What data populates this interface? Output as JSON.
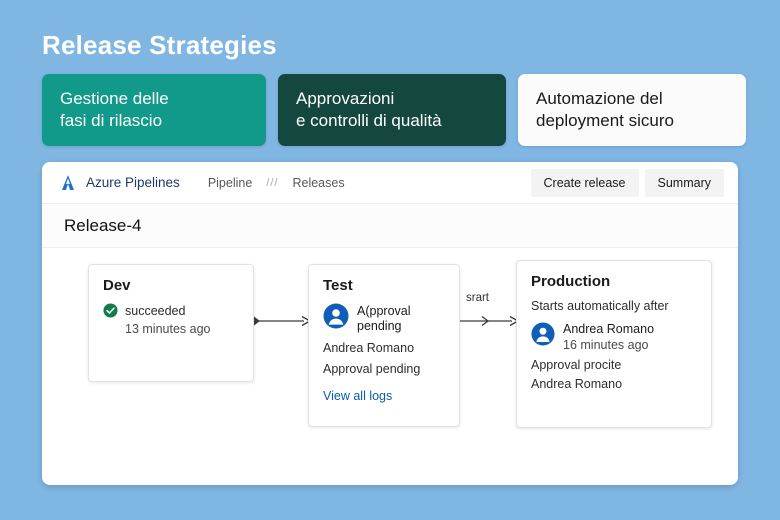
{
  "hero": {
    "title": "Release Strategies",
    "cards": [
      {
        "line1": "Gestione delle",
        "line2": "fasi di rilascio",
        "variant": "teal"
      },
      {
        "line1": "Approvazioni",
        "line2": "e controlli di qualità",
        "variant": "forest"
      },
      {
        "line1": "Automazione del",
        "line2": "deployment sicuro",
        "variant": "light"
      }
    ]
  },
  "app": {
    "brand": "Azure Pipelines",
    "logo_icon": "azure-pipelines-logo",
    "breadcrumb": {
      "root": "Pipeline",
      "separator": "///",
      "current": "Releases"
    },
    "actions": {
      "create_release": "Create release",
      "summary": "Summary"
    },
    "release_title": "Release-4"
  },
  "pipeline": {
    "connector_label": "srart",
    "stages": {
      "dev": {
        "name": "Dev",
        "status_icon": "check-circle-icon",
        "status": "succeeded",
        "time": "13 minutes ago"
      },
      "test": {
        "name": "Test",
        "avatar_icon": "user-avatar-icon",
        "approval_line1": "A(pproval",
        "approval_line2": "pending",
        "person": "Andrea Romano",
        "detail": "Approval pending",
        "link": "View all logs"
      },
      "production": {
        "name": "Production",
        "subtitle": "Starts automatically after",
        "avatar_icon": "user-avatar-icon",
        "person": "Andrea Romano",
        "time": "16 minutes ago",
        "detail": "Approval procite",
        "detail_person": "Andrea Romano"
      }
    }
  },
  "colors": {
    "background": "#7FB6E2",
    "teal": "#11998A",
    "forest": "#14483E",
    "azure_blue": "#0B5CAB",
    "success_green": "#107C4A"
  }
}
